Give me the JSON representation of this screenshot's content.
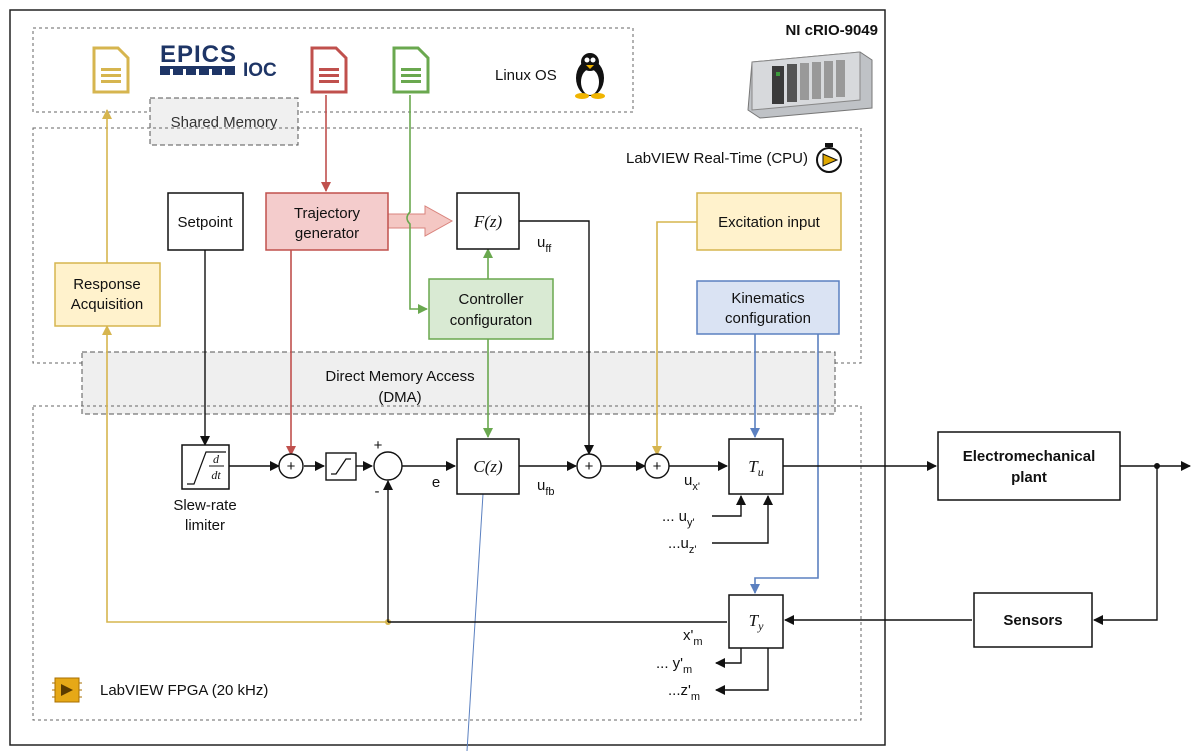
{
  "device_label": "NI cRIO-9049",
  "os": {
    "epics_word": "EPICS",
    "ioc_label": "IOC",
    "linux_label": "Linux OS",
    "shared_memory": "Shared Memory"
  },
  "rt": {
    "title": "LabVIEW Real-Time (CPU)",
    "setpoint": "Setpoint",
    "trajectory": [
      "Trajectory",
      "generator"
    ],
    "feedforward": "F(z)",
    "u_ff": "u",
    "u_ff_sub": "ff",
    "excitation": "Excitation input",
    "response": [
      "Response",
      "Acquisition"
    ],
    "controller_config": [
      "Controller",
      "configuraton"
    ],
    "kinematics_config": [
      "Kinematics",
      "configuration"
    ]
  },
  "dma": [
    "Direct Memory Access",
    "(DMA)"
  ],
  "fpga": {
    "title": "LabVIEW FPGA (20 kHz)",
    "slew_label": [
      "Slew-rate",
      "limiter"
    ],
    "deriv_num": "d",
    "deriv_den": "dt",
    "plus": "+",
    "minus": "-",
    "sum": "+",
    "error": "e",
    "controller": "C(z)",
    "u_fb": "u",
    "u_fb_sub": "fb",
    "tu": "T",
    "tu_sub": "u",
    "ty": "T",
    "ty_sub": "y",
    "ux": "u",
    "ux_sub": "x'",
    "uy_pre": "... u",
    "uy_sub": "y'",
    "uz_pre": "...u",
    "uz_sub": "z'",
    "xm": "x'",
    "xm_sub": "m",
    "ym": "... y'",
    "ym_sub": "m",
    "zm": "...z'",
    "zm_sub": "m"
  },
  "plant": [
    "Electromechanical",
    "plant"
  ],
  "sensors": "Sensors",
  "colors": {
    "yellow": "#d6b54f",
    "red": "#c0504d",
    "green": "#6aa84f",
    "blue": "#5b80c0"
  }
}
